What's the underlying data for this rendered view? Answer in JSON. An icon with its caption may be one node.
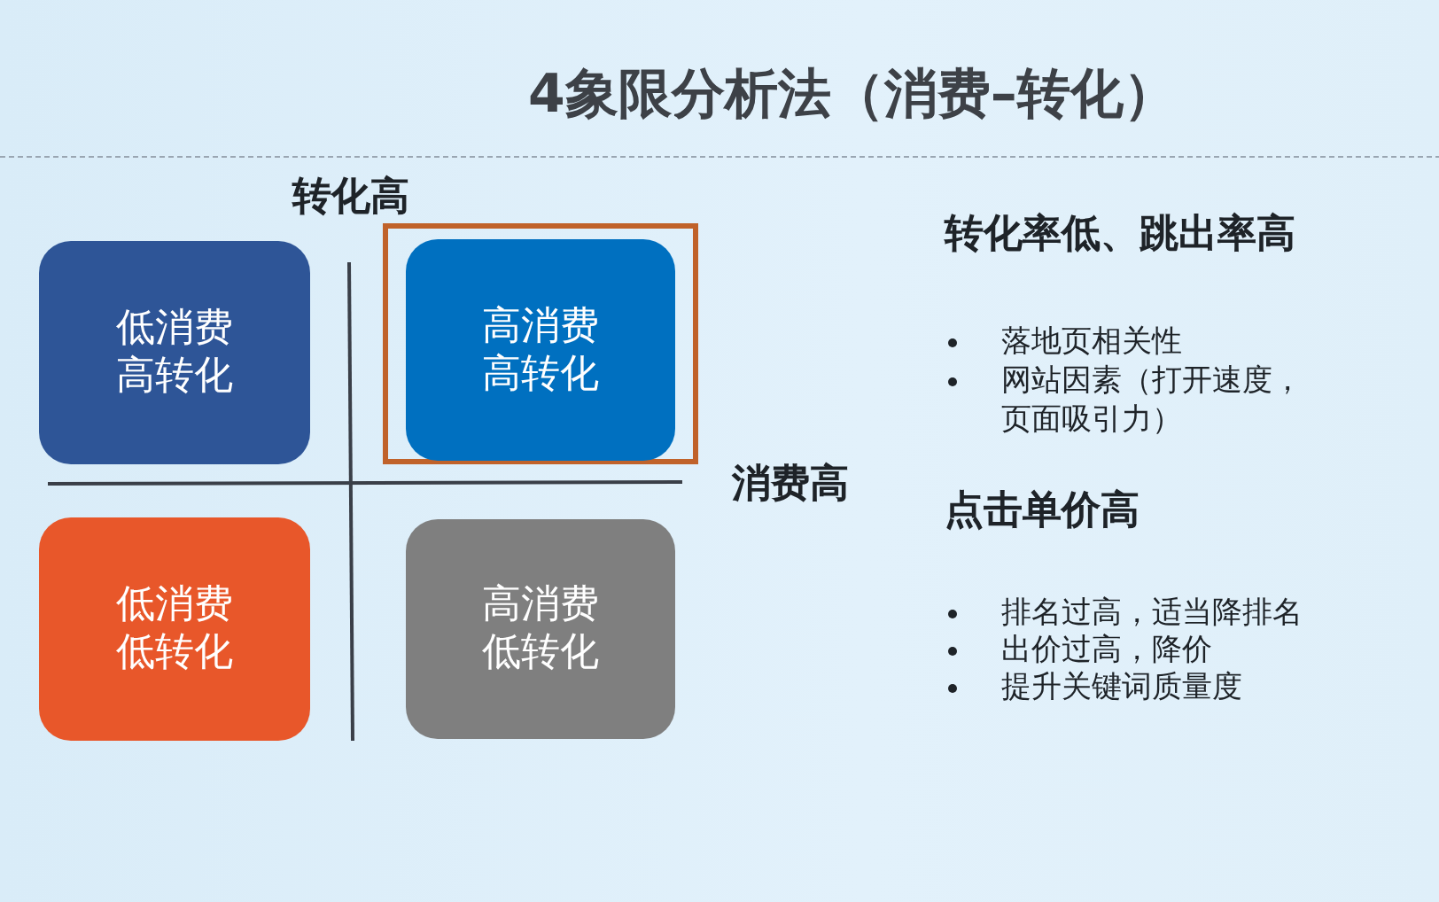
{
  "diagram": {
    "title": "4象限分析法（消费–转化）",
    "nodes": [
      {
        "text": [
          "低消费高转化"
        ]
      },
      {
        "text": [],
        "shape": "box"
      },
      {
        "text": [
          "高消费高转化"
        ],
        "in": 1
      },
      {
        "text": [
          "低消费低转化"
        ]
      },
      {
        "text": [
          "高消费低转化"
        ]
      }
    ],
    "labels": [
      "转化高",
      "消费高",
      "转化率低、跳出率高",
      "落地页相关性",
      "网站因素（打开速度，页面吸引力）",
      "点击单价高",
      "排名过高，适当降排名",
      "出价过高，降价",
      "提升关键词质量度"
    ]
  }
}
